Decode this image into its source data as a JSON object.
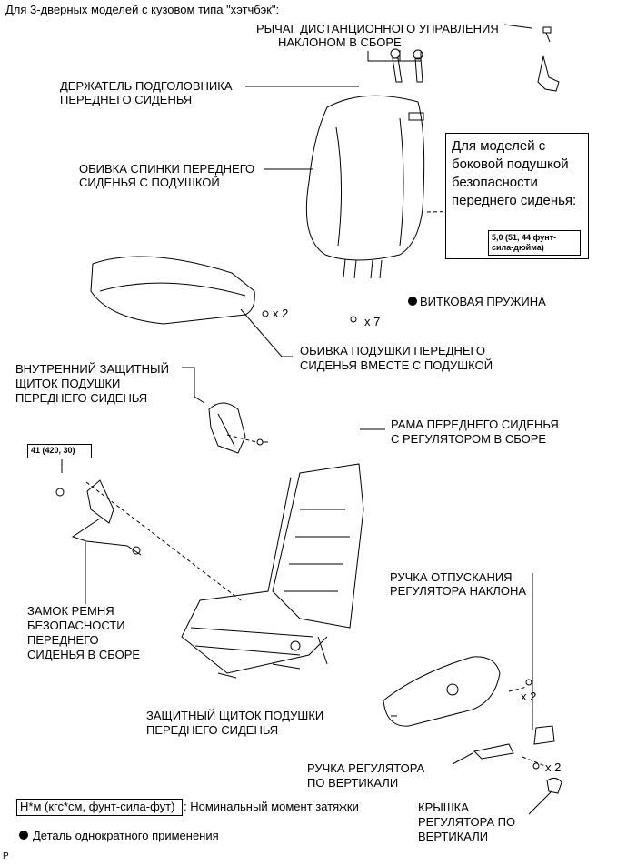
{
  "header": "Для 3-дверных моделей с кузовом типа \"хэтчбэк\":",
  "labels": {
    "tilt_lever": [
      "РЫЧАГ ДИСТАНЦИОННОГО УПРАВЛЕНИЯ",
      "НАКЛОНОМ В СБОРЕ"
    ],
    "headrest_holder": [
      "ДЕРЖАТЕЛЬ ПОДГОЛОВНИКА",
      "ПЕРЕДНЕГО СИДЕНЬЯ"
    ],
    "seatback_cover": [
      "ОБИВКА СПИНКИ ПЕРЕДНЕГО",
      "СИДЕНЬЯ С ПОДУШКОЙ"
    ],
    "side_airbag_note": [
      "Для моделей с",
      "боковой подушкой",
      "безопасности",
      "переднего сиденья:"
    ],
    "side_airbag_torque": [
      "5,0 (51, 44 фунт-",
      "сила-дюйма)"
    ],
    "coil_spring": "ВИТКОВАЯ ПРУЖИНА",
    "qty_x2_cushion": "x 2",
    "qty_x7": "x 7",
    "cushion_cover": [
      "ОБИВКА ПОДУШКИ ПЕРЕДНЕГО",
      "СИДЕНЬЯ ВМЕСТЕ С ПОДУШКОЙ"
    ],
    "inner_shield": [
      "ВНУТРЕННИЙ ЗАЩИТНЫЙ",
      "ЩИТОК ПОДУШКИ",
      "ПЕРЕДНЕГО СИДЕНЬЯ"
    ],
    "frame": [
      "РАМА ПЕРЕДНЕГО СИДЕНЬЯ",
      "С РЕГУЛЯТОРОМ В СБОРЕ"
    ],
    "buckle_torque": "41 (420, 30)",
    "buckle": [
      "ЗАМОК РЕМНЯ",
      "БЕЗОПАСНОСТИ",
      "ПЕРЕДНЕГО",
      "СИДЕНЬЯ В СБОРЕ"
    ],
    "recliner_handle": [
      "РУЧКА ОТПУСКАНИЯ",
      "РЕГУЛЯТОРА НАКЛОНА"
    ],
    "shield": [
      "ЗАЩИТНЫЙ ЩИТОК ПОДУШКИ",
      "ПЕРЕДНЕГО СИДЕНЬЯ"
    ],
    "qty_x2_shield": "x 2",
    "vertical_handle": [
      "РУЧКА РЕГУЛЯТОРА",
      "ПО ВЕРТИКАЛИ"
    ],
    "qty_x2_handle": "x 2",
    "vertical_cover": [
      "КРЫШКА",
      "РЕГУЛЯТОРА ПО",
      "ВЕРТИКАЛИ"
    ]
  },
  "legend": {
    "torque_symbol": "Н*м (кгс*см, фунт-сила-фут)",
    "torque_text": ": Номинальный момент затяжки",
    "single_use": "Деталь однократного применения"
  },
  "footer_code": "P"
}
